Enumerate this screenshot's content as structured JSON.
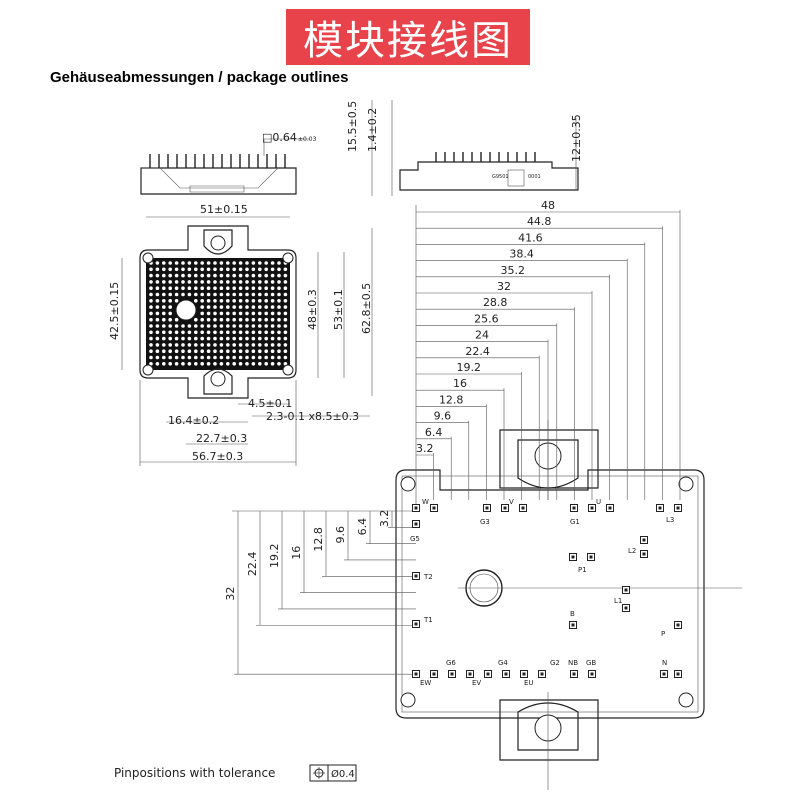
{
  "title": "模块接线图",
  "heading": "Gehäuseabmessungen / package outlines",
  "tolerance_note": "Pinpositions with tolerance",
  "tolerance_value": "Ø0.4",
  "top_dims": {
    "pin_size": "□0.64",
    "pin_tol": "±0.03",
    "h15": "15.5±0.5",
    "h14": "1.4±0.2",
    "h12": "12±0.35",
    "part_no": "G9501",
    "code": "0001"
  },
  "front_dims": {
    "w51": "51±0.15",
    "h425": "42.5±0.15",
    "h48": "48±0.3",
    "h53": "53±0.1",
    "h628": "62.8±0.5",
    "d45": "4.5±0.1",
    "d164": "16.4±0.2",
    "d23": "2.3-0.1 x8.5±0.3",
    "d227": "22.7±0.3",
    "d567": "56.7±0.3"
  },
  "horiz_dims": [
    "48",
    "44.8",
    "41.6",
    "38.4",
    "35.2",
    "32",
    "28.8",
    "25.6",
    "24",
    "22.4",
    "19.2",
    "16",
    "12.8",
    "9.6",
    "6.4",
    "3.2"
  ],
  "vert_dims": [
    "32",
    "22.4",
    "19.2",
    "16",
    "12.8",
    "9.6",
    "6.4",
    "3.2"
  ],
  "pin_labels": {
    "W": "W",
    "V": "V",
    "U": "U",
    "L3": "L3",
    "G5": "G5",
    "G3": "G3",
    "G1": "G1",
    "L2": "L2",
    "P1": "P1",
    "T2": "T2",
    "L1": "L1",
    "B": "B",
    "T1": "T1",
    "P": "P",
    "G6": "G6",
    "G4": "G4",
    "G2": "G2",
    "NB": "NB",
    "GB": "GB",
    "N": "N",
    "EW": "EW",
    "EV": "EV",
    "EU": "EU"
  }
}
